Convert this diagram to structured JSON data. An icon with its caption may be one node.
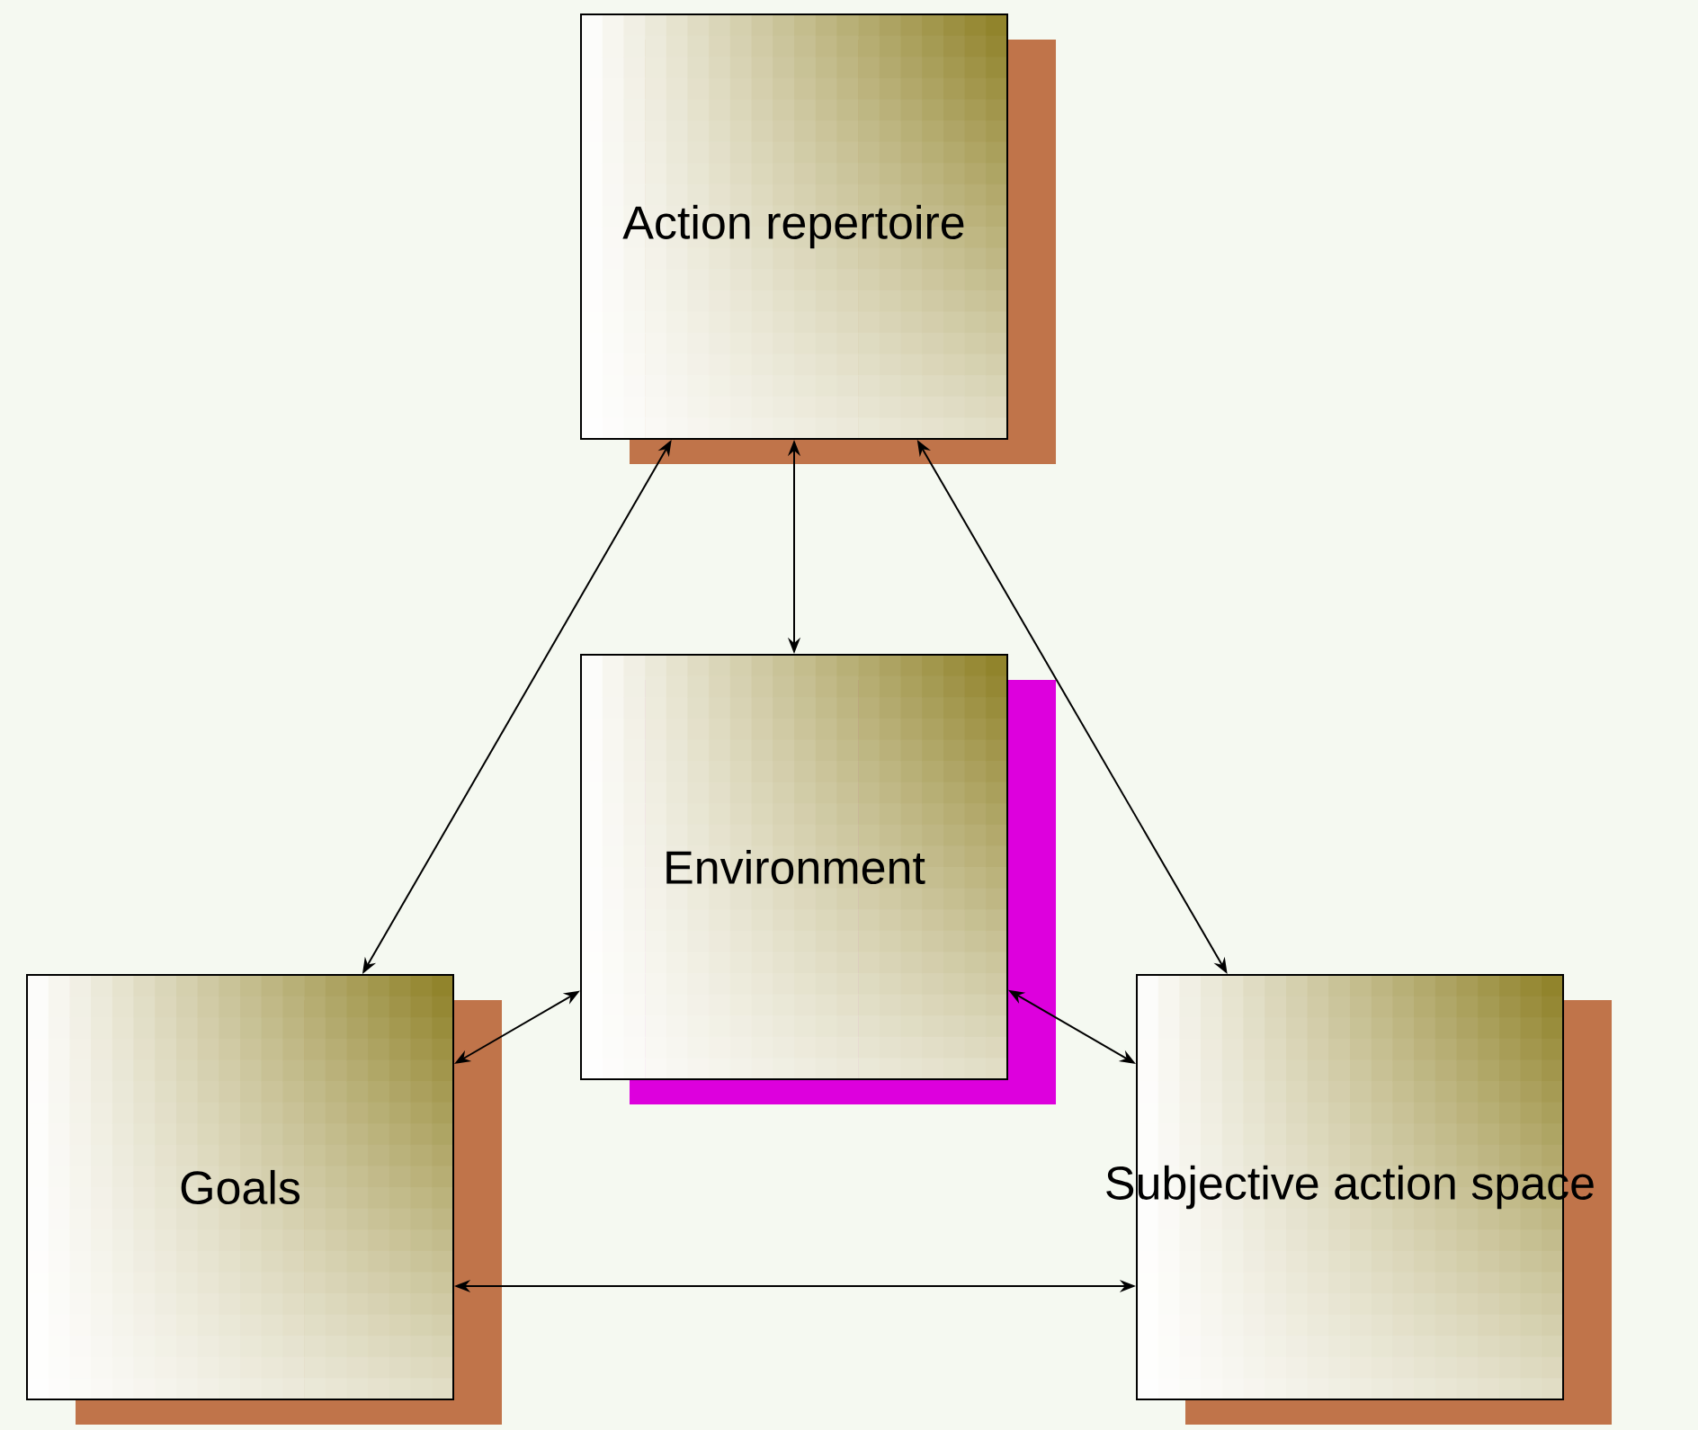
{
  "diagram": {
    "nodes": [
      {
        "text": [
          "Action repertoire"
        ]
      },
      {
        "text": [
          "Environment"
        ]
      },
      {
        "text": [
          "Goals"
        ]
      },
      {
        "text": [
          "Subjective action space"
        ]
      }
    ],
    "edges": [
      {
        "from": 0,
        "to": 1,
        "arrow": "both"
      },
      {
        "from": 0,
        "to": 2,
        "arrow": "both"
      },
      {
        "from": 0,
        "to": 3,
        "arrow": "both"
      },
      {
        "from": 1,
        "to": 2,
        "arrow": "both"
      },
      {
        "from": 1,
        "to": 3,
        "arrow": "both"
      },
      {
        "from": 2,
        "to": 3,
        "arrow": "both"
      }
    ]
  }
}
